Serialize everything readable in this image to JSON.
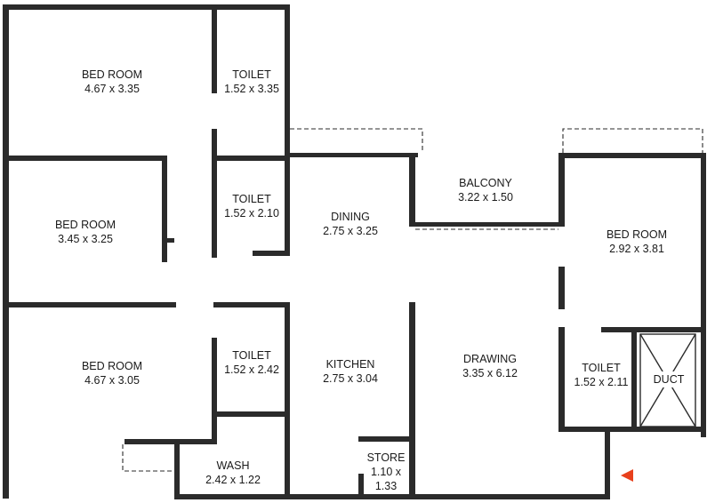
{
  "rooms": [
    {
      "name": "BED ROOM",
      "size": "4.67 x 3.35"
    },
    {
      "name": "TOILET",
      "size": "1.52 x 3.35"
    },
    {
      "name": "BED ROOM",
      "size": "3.45 x 3.25"
    },
    {
      "name": "TOILET",
      "size": "1.52 x 2.10"
    },
    {
      "name": "DINING",
      "size": "2.75 x 3.25"
    },
    {
      "name": "BALCONY",
      "size": "3.22 x 1.50"
    },
    {
      "name": "BED ROOM",
      "size": "2.92 x 3.81"
    },
    {
      "name": "BED ROOM",
      "size": "4.67 x 3.05"
    },
    {
      "name": "TOILET",
      "size": "1.52 x 2.42"
    },
    {
      "name": "KITCHEN",
      "size": "2.75 x 3.04"
    },
    {
      "name": "DRAWING",
      "size": "3.35 x 6.12"
    },
    {
      "name": "TOILET",
      "size": "1.52 x 2.11"
    },
    {
      "name": "DUCT",
      "size": ""
    },
    {
      "name": "WASH",
      "size": "2.42 x 1.22"
    },
    {
      "name": "STORE",
      "size": "1.10 x",
      "size2": "1.33"
    }
  ],
  "colors": {
    "wall": "#2b2b2b",
    "entrance_marker": "#e8401c"
  },
  "icons": {
    "entrance": "entrance-arrow-icon"
  }
}
